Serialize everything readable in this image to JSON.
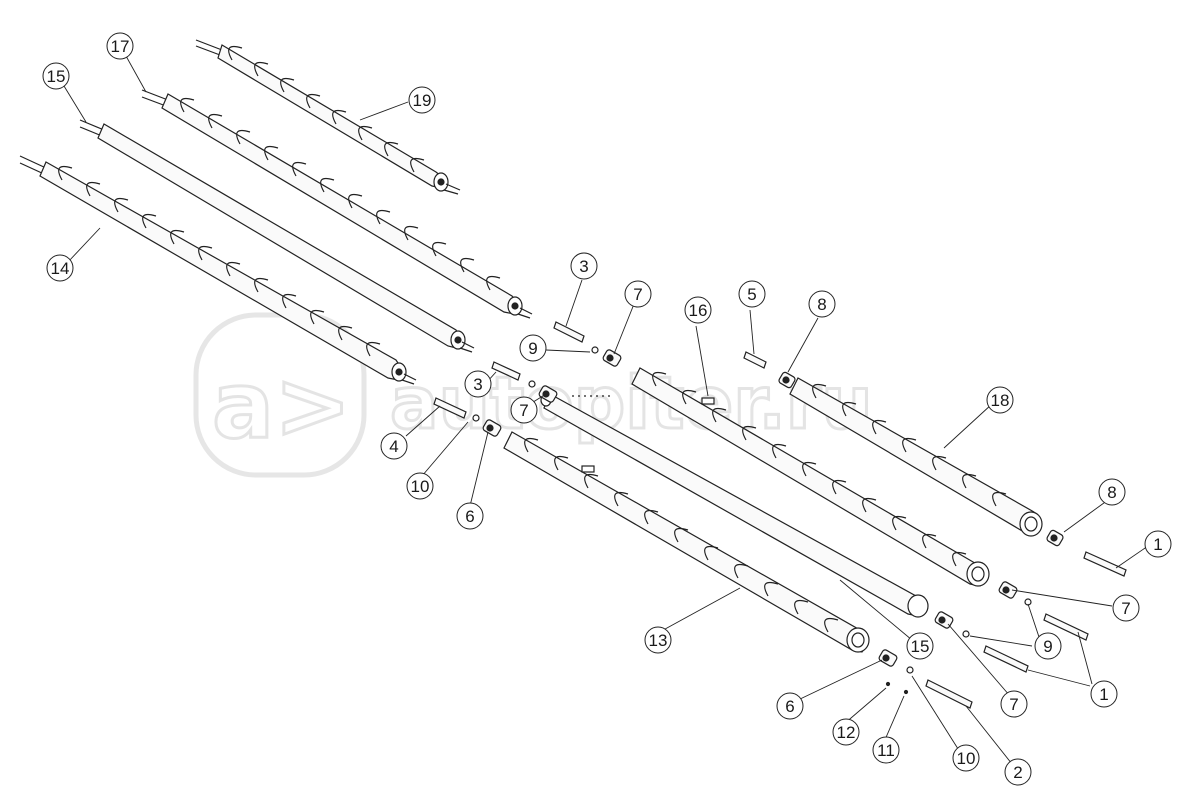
{
  "watermark": {
    "brand": "autopiter.ru",
    "logo_glyph": "a>"
  },
  "callouts": [
    "17",
    "15",
    "19",
    "14",
    "3",
    "7",
    "5",
    "8",
    "16",
    "9",
    "3",
    "7",
    "18",
    "4",
    "10",
    "6",
    "8",
    "1",
    "7",
    "9",
    "7",
    "15",
    "13",
    "1",
    "6",
    "12",
    "11",
    "10",
    "2"
  ]
}
